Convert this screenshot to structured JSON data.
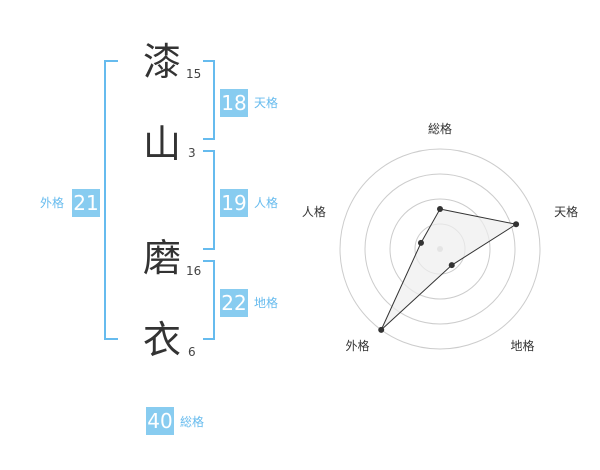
{
  "colors": {
    "accent": "#66bbee",
    "badge_bg": "#88ccf0",
    "text": "#333333",
    "ring": "#cccccc",
    "fill": "#eeeeee"
  },
  "name": {
    "chars": [
      {
        "char": "漆",
        "strokes": "15"
      },
      {
        "char": "山",
        "strokes": "3"
      },
      {
        "char": "磨",
        "strokes": "16"
      },
      {
        "char": "衣",
        "strokes": "6"
      }
    ]
  },
  "fortunes": {
    "tenkaku": {
      "value": "18",
      "label": "天格"
    },
    "jinkaku": {
      "value": "19",
      "label": "人格"
    },
    "chikaku": {
      "value": "22",
      "label": "地格"
    },
    "gaikaku": {
      "value": "21",
      "label": "外格"
    },
    "soukaku": {
      "value": "40",
      "label": "総格"
    }
  },
  "chart_data": {
    "type": "radar",
    "axes": [
      "総格",
      "天格",
      "地格",
      "外格",
      "人格"
    ],
    "values": [
      2,
      4,
      1,
      5,
      1
    ],
    "max": 5,
    "rings": 4
  }
}
